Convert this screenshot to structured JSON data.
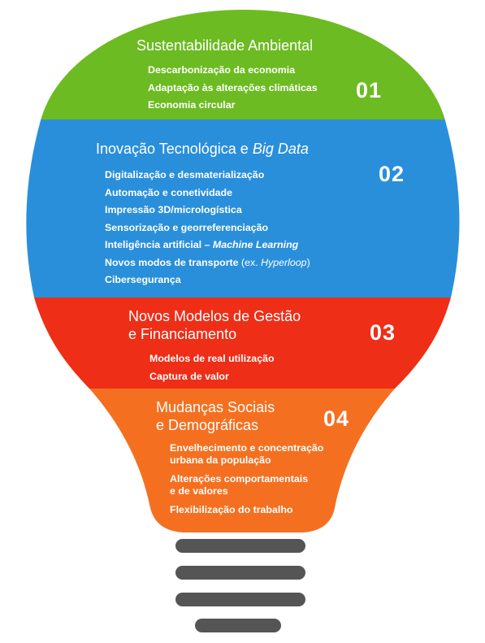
{
  "colors": {
    "section_1": "#6cbb22",
    "section_2": "#2a8fdb",
    "section_3": "#ee2e17",
    "section_4": "#f47020",
    "screw": "#555555"
  },
  "sections": [
    {
      "number": "01",
      "title": "Sustentabilidade Ambiental",
      "items": [
        "Descarbonização da economia",
        "Adaptação às alterações climáticas",
        "Economia circular"
      ]
    },
    {
      "number": "02",
      "title": "Inovação Tecnológica e",
      "title_italic": "Big Data",
      "items": [
        "Digitalização e desmaterialização",
        "Automação e conetividade",
        "Impressão 3D/micrologística",
        "Sensorização e georreferenciação"
      ],
      "ai_item": {
        "text": "Inteligência artificial – ",
        "italic": "Machine Learning"
      },
      "transport_item": {
        "text": "Novos modos de transporte",
        "paren_open": " (ex. ",
        "italic": "Hyperloop",
        "paren_close": ")"
      },
      "last_item": "Cibersegurança"
    },
    {
      "number": "03",
      "title_line1": "Novos Modelos de Gestão",
      "title_line2": "e Financiamento",
      "items": [
        "Modelos de real utilização",
        "Captura de valor"
      ]
    },
    {
      "number": "04",
      "title_line1": "Mudanças Sociais",
      "title_line2": "e Demográficas",
      "items": [
        [
          "Envelhecimento e concentração",
          "urbana da população"
        ],
        [
          "Alterações comportamentais",
          "e de valores"
        ],
        [
          "Flexibilização do trabalho"
        ]
      ]
    }
  ]
}
